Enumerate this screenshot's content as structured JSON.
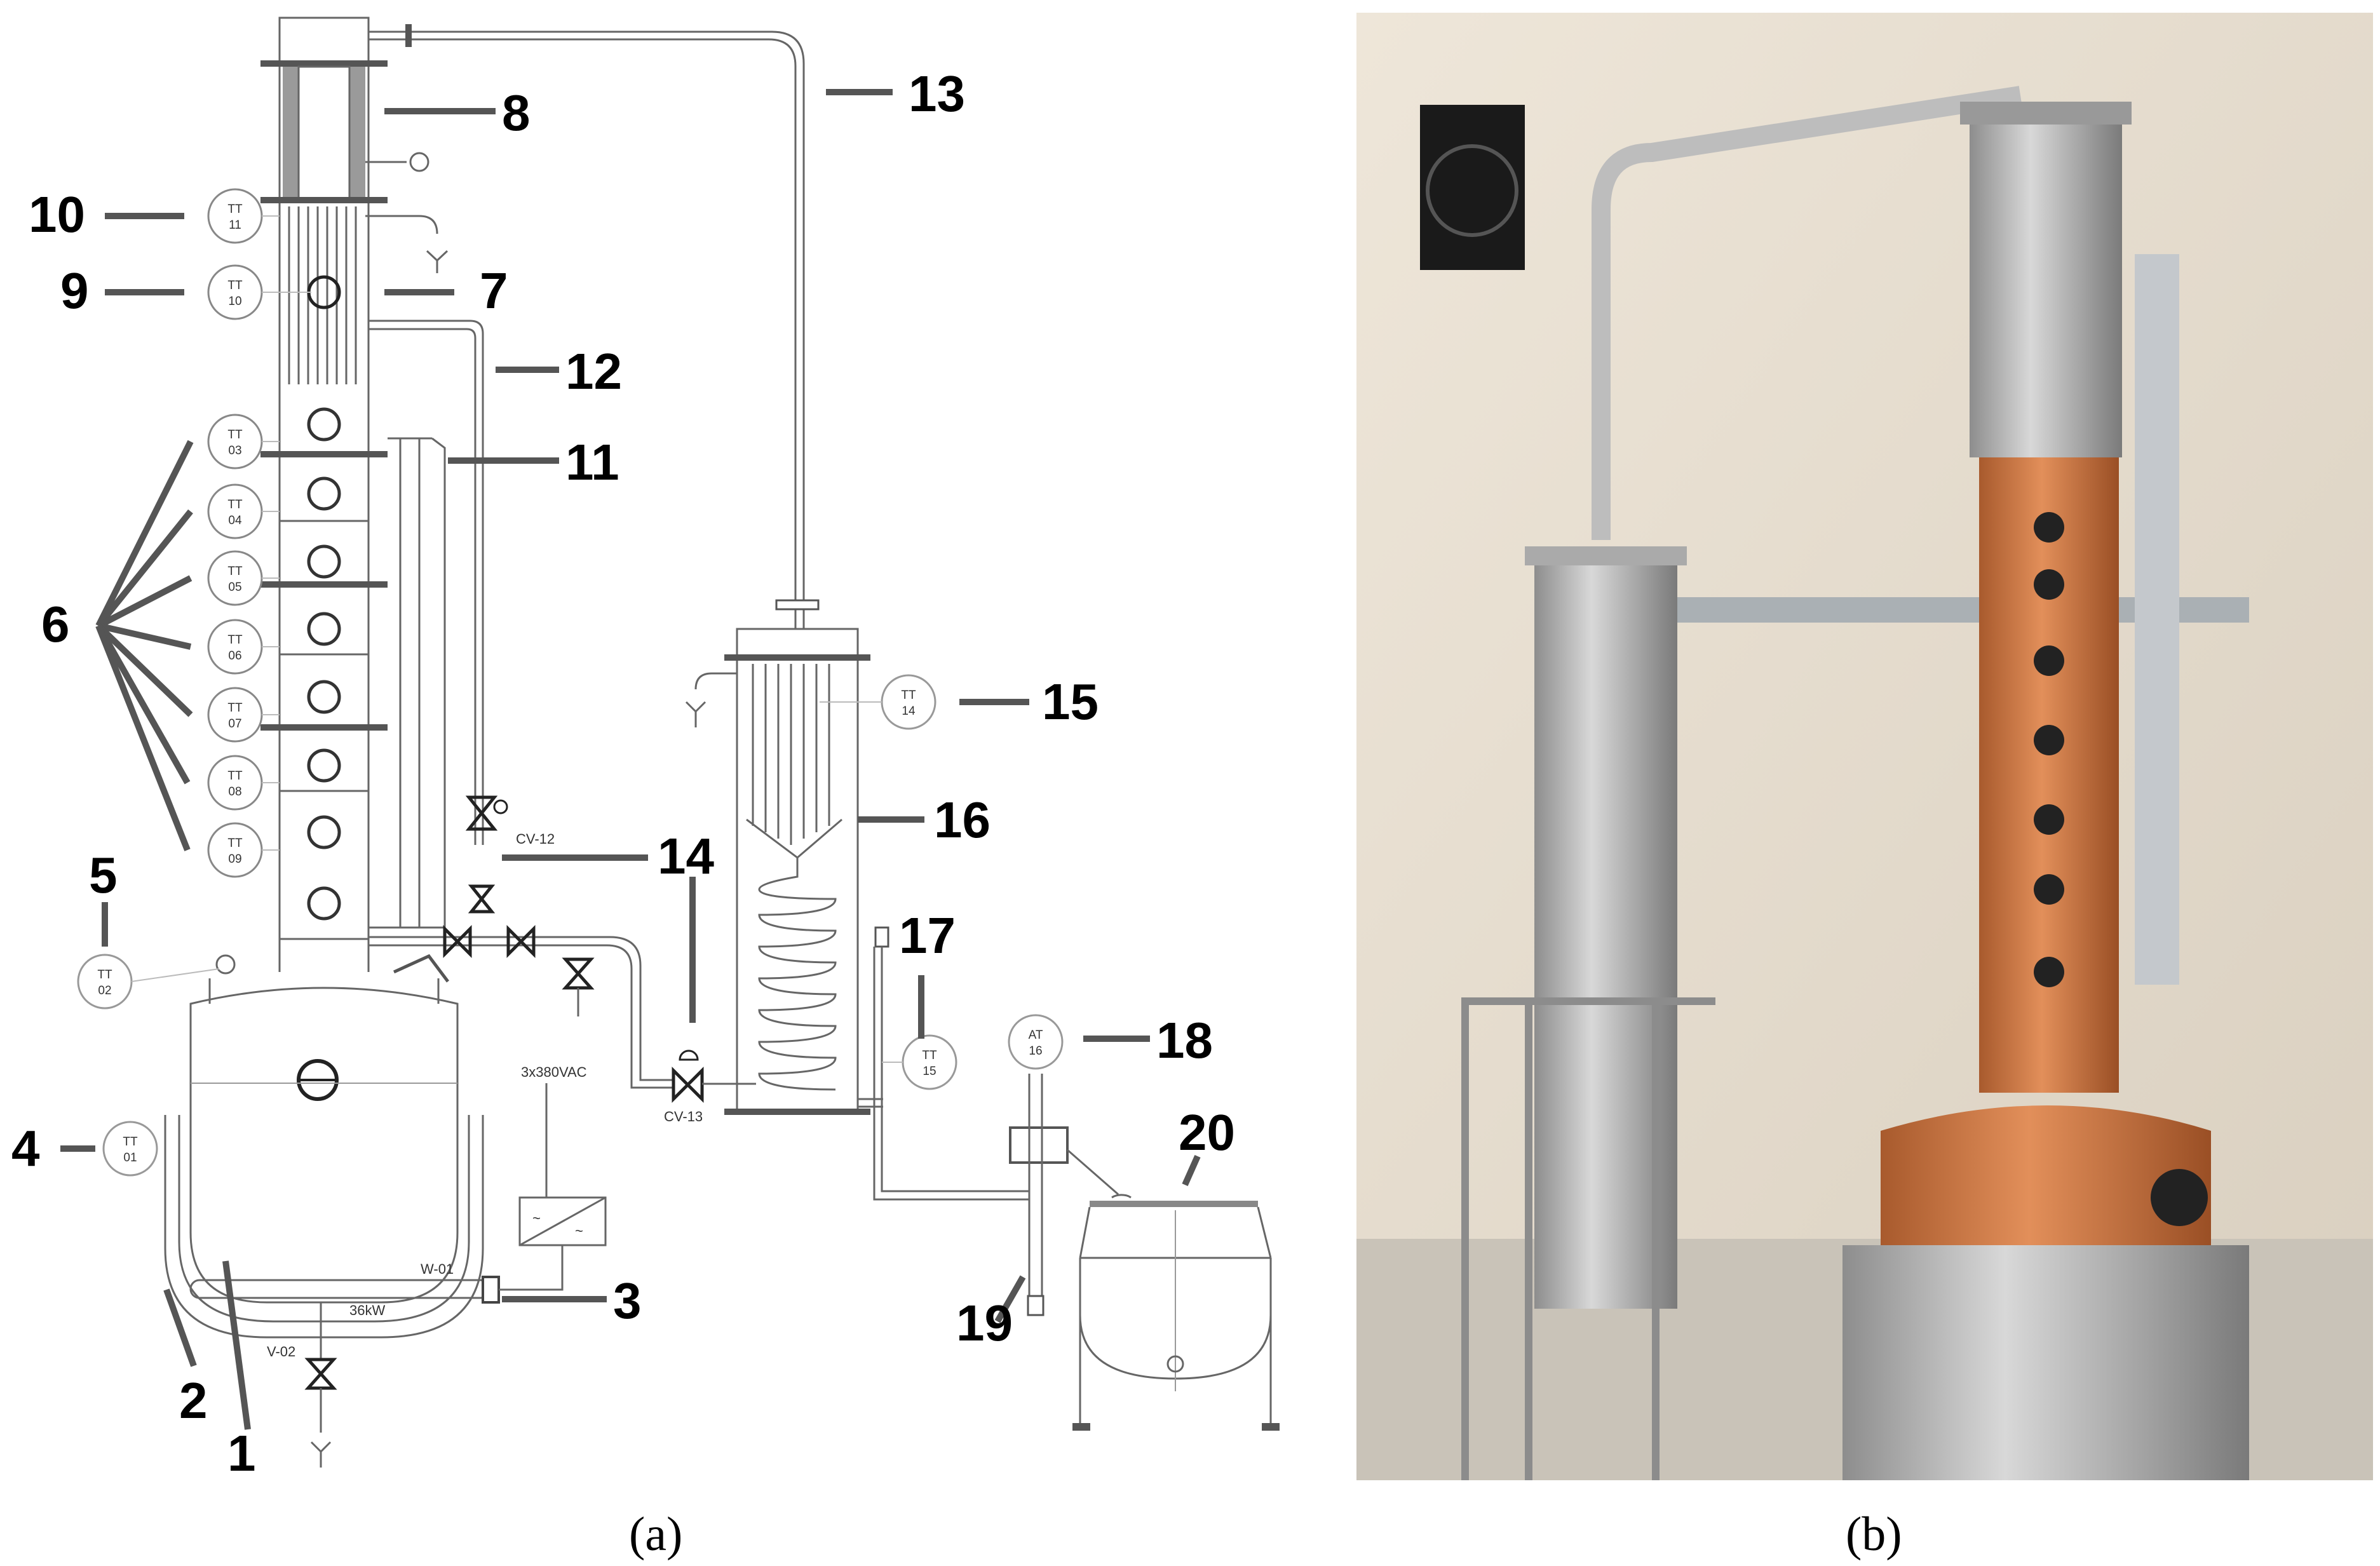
{
  "panel_a": {
    "caption": "(a)",
    "callouts": {
      "n1": "1",
      "n2": "2",
      "n3": "3",
      "n4": "4",
      "n5": "5",
      "n6": "6",
      "n7": "7",
      "n8": "8",
      "n9": "9",
      "n10": "10",
      "n11": "11",
      "n12": "12",
      "n13": "13",
      "n14": "14",
      "n15": "15",
      "n16": "16",
      "n17": "17",
      "n18": "18",
      "n19": "19",
      "n20": "20"
    },
    "instruments": {
      "tt11": {
        "type": "TT",
        "num": "11"
      },
      "tt10": {
        "type": "TT",
        "num": "10"
      },
      "tt03": {
        "type": "TT",
        "num": "03"
      },
      "tt04": {
        "type": "TT",
        "num": "04"
      },
      "tt05": {
        "type": "TT",
        "num": "05"
      },
      "tt06": {
        "type": "TT",
        "num": "06"
      },
      "tt07": {
        "type": "TT",
        "num": "07"
      },
      "tt08": {
        "type": "TT",
        "num": "08"
      },
      "tt09": {
        "type": "TT",
        "num": "09"
      },
      "tt02": {
        "type": "TT",
        "num": "02"
      },
      "tt01": {
        "type": "TT",
        "num": "01"
      },
      "tt14": {
        "type": "TT",
        "num": "14"
      },
      "tt15": {
        "type": "TT",
        "num": "15"
      },
      "at16": {
        "type": "AT",
        "num": "16"
      }
    },
    "equipment_labels": {
      "cv12": "CV-12",
      "cv13": "CV-13",
      "v02": "V-02",
      "w01": "W-01",
      "power": "36kW",
      "supply": "3x380VAC"
    }
  },
  "panel_b": {
    "caption": "(b)"
  },
  "colors": {
    "line": "#666666",
    "copper": "#c8703f",
    "steel": "#b8b8b8",
    "wall": "#ece4d6"
  }
}
